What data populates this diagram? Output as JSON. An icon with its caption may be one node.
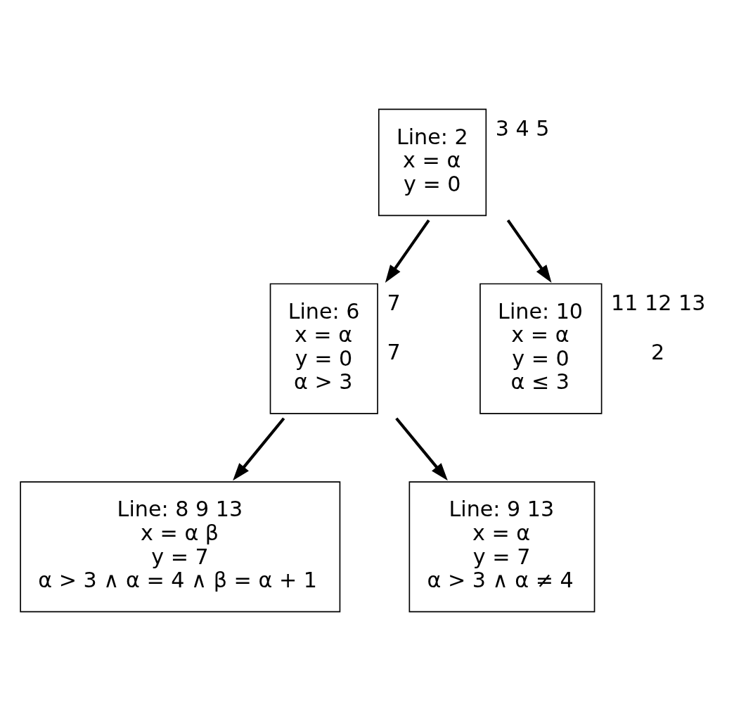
{
  "diagram": {
    "nodes": [
      {
        "text": [
          "Line: 2",
          "x = α",
          "y = 0"
        ],
        "beside": [
          "3 4 5"
        ]
      },
      {
        "text": [
          "Line: 6",
          "x = α",
          "y = 0",
          "α > 3"
        ],
        "beside": [
          "7",
          "7"
        ]
      },
      {
        "text": [
          "Line: 10",
          "x = α",
          "y = 0",
          "α ≤ 3"
        ],
        "beside": [
          "11 12 13",
          "2"
        ]
      },
      {
        "text": [
          "Line: 8 9 13",
          "x = α β",
          "y = 7",
          "α > 3 ∧ α = 4 ∧ β = α + 1"
        ]
      },
      {
        "text": [
          "Line: 9 13",
          "x = α",
          "y = 7",
          "α > 3 ∧ α ≠ 4"
        ]
      }
    ],
    "edges": [
      {
        "from": 0,
        "to": 1,
        "arrow": "to"
      },
      {
        "from": 0,
        "to": 2,
        "arrow": "to"
      },
      {
        "from": 1,
        "to": 3,
        "arrow": "to"
      },
      {
        "from": 1,
        "to": 4,
        "arrow": "to"
      }
    ]
  }
}
